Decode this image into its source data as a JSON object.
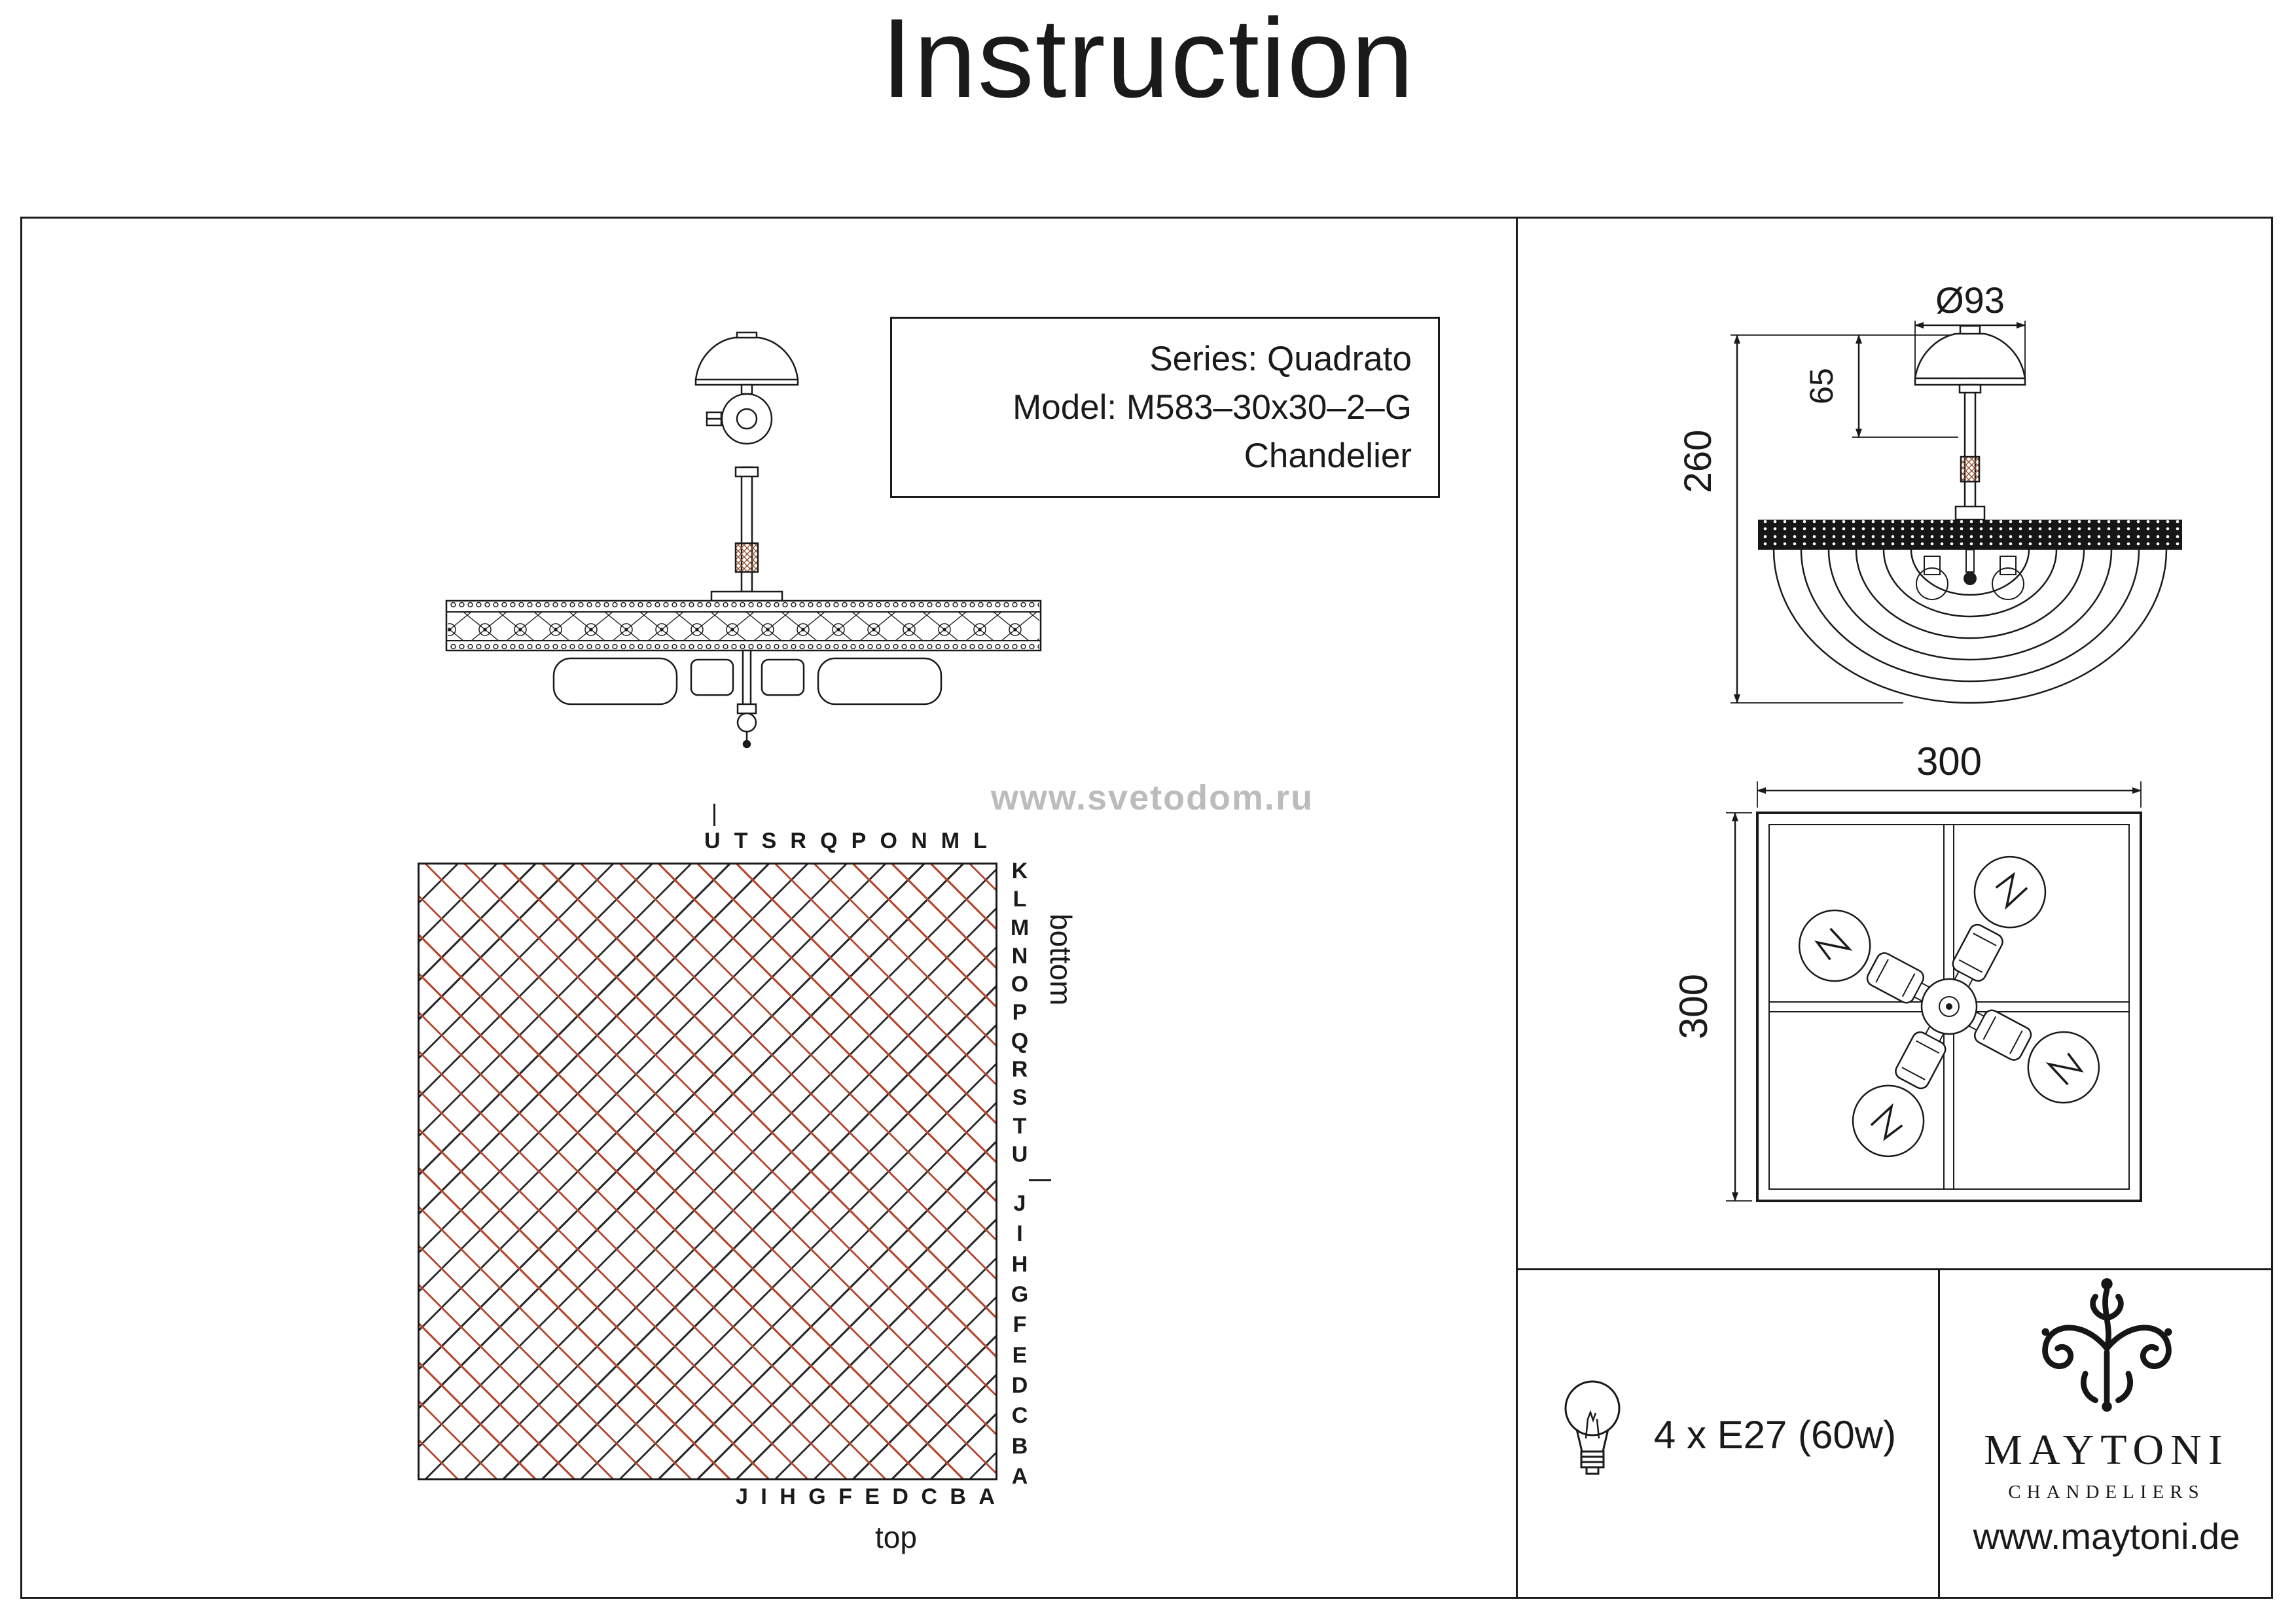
{
  "title": "Instruction",
  "product_box": {
    "series": "Series: Quadrato",
    "model": "Model: M583–30x30–2–G",
    "type": "Chandelier"
  },
  "watermark": "www.svetodom.ru",
  "dimensions": {
    "canopy_diameter": "Ø93",
    "canopy_height": "65",
    "total_height": "260",
    "width": "300",
    "depth": "300"
  },
  "threading_diagram": {
    "top_letters": [
      "U",
      "T",
      "S",
      "R",
      "Q",
      "P",
      "O",
      "N",
      "M",
      "L"
    ],
    "right_letters_upper": [
      "K",
      "L",
      "M",
      "N",
      "O",
      "P",
      "Q",
      "R",
      "S",
      "T",
      "U"
    ],
    "right_letters_lower": [
      "J",
      "I",
      "H",
      "G",
      "F",
      "E",
      "D",
      "C",
      "B",
      "A"
    ],
    "bottom_letters": [
      "J",
      "I",
      "H",
      "G",
      "F",
      "E",
      "D",
      "C",
      "B",
      "A"
    ],
    "right_side_label": "bottom",
    "bottom_side_label": "top"
  },
  "lamp_spec": "4 x E27 (60w)",
  "brand": {
    "name": "MAYTONI",
    "tagline": "CHANDELIERS",
    "website": "www.maytoni.de"
  },
  "colors": {
    "line": "#1a1a1a",
    "thread_red": "#b5472e",
    "watermark": "#bcbcbc"
  }
}
